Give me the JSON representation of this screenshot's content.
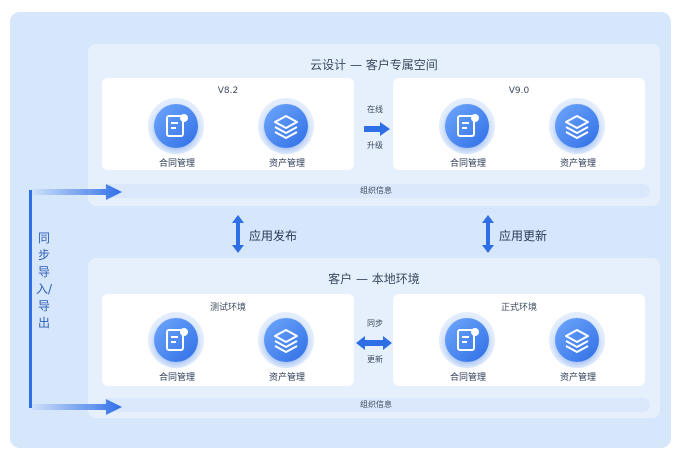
{
  "top_panel": {
    "title": "云设计 — 客户专属空间",
    "left_box_title": "V8.2",
    "right_box_title": "V9.0",
    "modules": {
      "contract": "合同管理",
      "assets": "资产管理"
    },
    "mid_labels": [
      "在线",
      "升级"
    ],
    "bar_label": "组织信息"
  },
  "middle": {
    "left_label": "应用发布",
    "right_label": "应用更新"
  },
  "bottom_panel": {
    "title": "客户 — 本地环境",
    "left_box_title": "测试环境",
    "right_box_title": "正式环境",
    "modules": {
      "contract": "合同管理",
      "assets": "资产管理"
    },
    "mid_labels": [
      "同步",
      "更新"
    ],
    "bar_label": "组织信息"
  },
  "side": {
    "label": "同步导入/导出"
  },
  "colors": {
    "accent": "#2f6fe6",
    "background": "#d6e6fb"
  }
}
